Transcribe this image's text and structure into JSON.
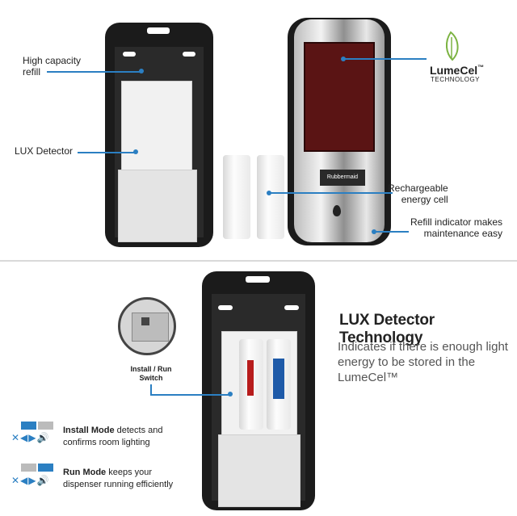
{
  "top": {
    "callouts": {
      "high_capacity": "High capacity\nrefill",
      "lux_detector": "LUX Detector",
      "rechargeable": "Rechargeable\nenergy cell",
      "refill_indicator": "Refill indicator makes\nmaintenance easy"
    },
    "logo": {
      "word": "LumeCel",
      "trademark": "™",
      "sub": "TECHNOLOGY"
    },
    "brand_badge": "Rubbermaid"
  },
  "bottom": {
    "title": "LUX Detector Technology",
    "description": "Indicates if there is enough light energy to be stored in the LumeCel™",
    "switch_label": "Install / Run\nSwitch",
    "install_mode": {
      "bold": "Install Mode",
      "rest": " detects and\nconfirms room lighting"
    },
    "run_mode": {
      "bold": "Run Mode",
      "rest": " keeps your\ndispenser running efficiently"
    }
  },
  "colors": {
    "accent": "#2b7fc2",
    "shell": "#1b1b1b",
    "red_window": "#5a1414",
    "leaf_green": "#7cb342"
  }
}
